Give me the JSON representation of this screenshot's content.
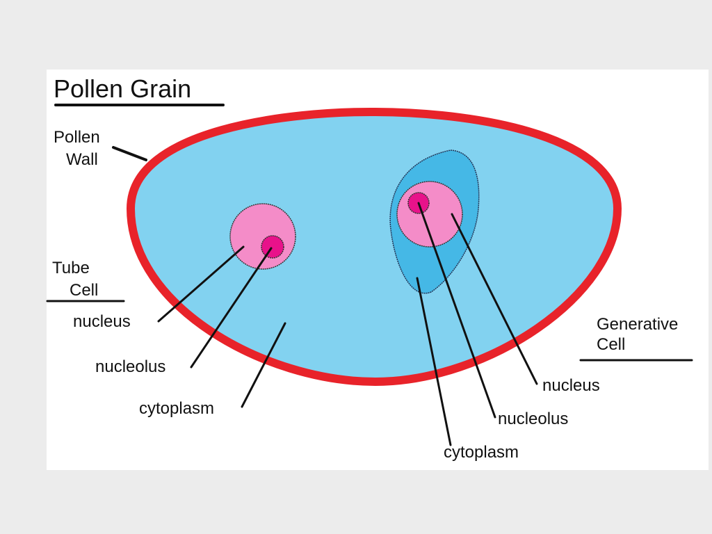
{
  "title": "Pollen Grain",
  "labels": {
    "pollen_wall": [
      "Pollen",
      "Wall"
    ],
    "tube_cell": [
      "Tube",
      "Cell"
    ],
    "tube_nucleus": "nucleus",
    "tube_nucleolus": "nucleolus",
    "tube_cytoplasm": "cytoplasm",
    "generative_cell": [
      "Generative",
      "Cell"
    ],
    "gen_nucleus": "nucleus",
    "gen_nucleolus": "nucleolus",
    "gen_cytoplasm": "cytoplasm"
  },
  "colors": {
    "wall": "#e8232a",
    "tube_cytoplasm": "#82d2f0",
    "generative_cytoplasm": "#45b8e6",
    "nucleus": "#f48cc8",
    "nucleolus": "#e8128a"
  }
}
